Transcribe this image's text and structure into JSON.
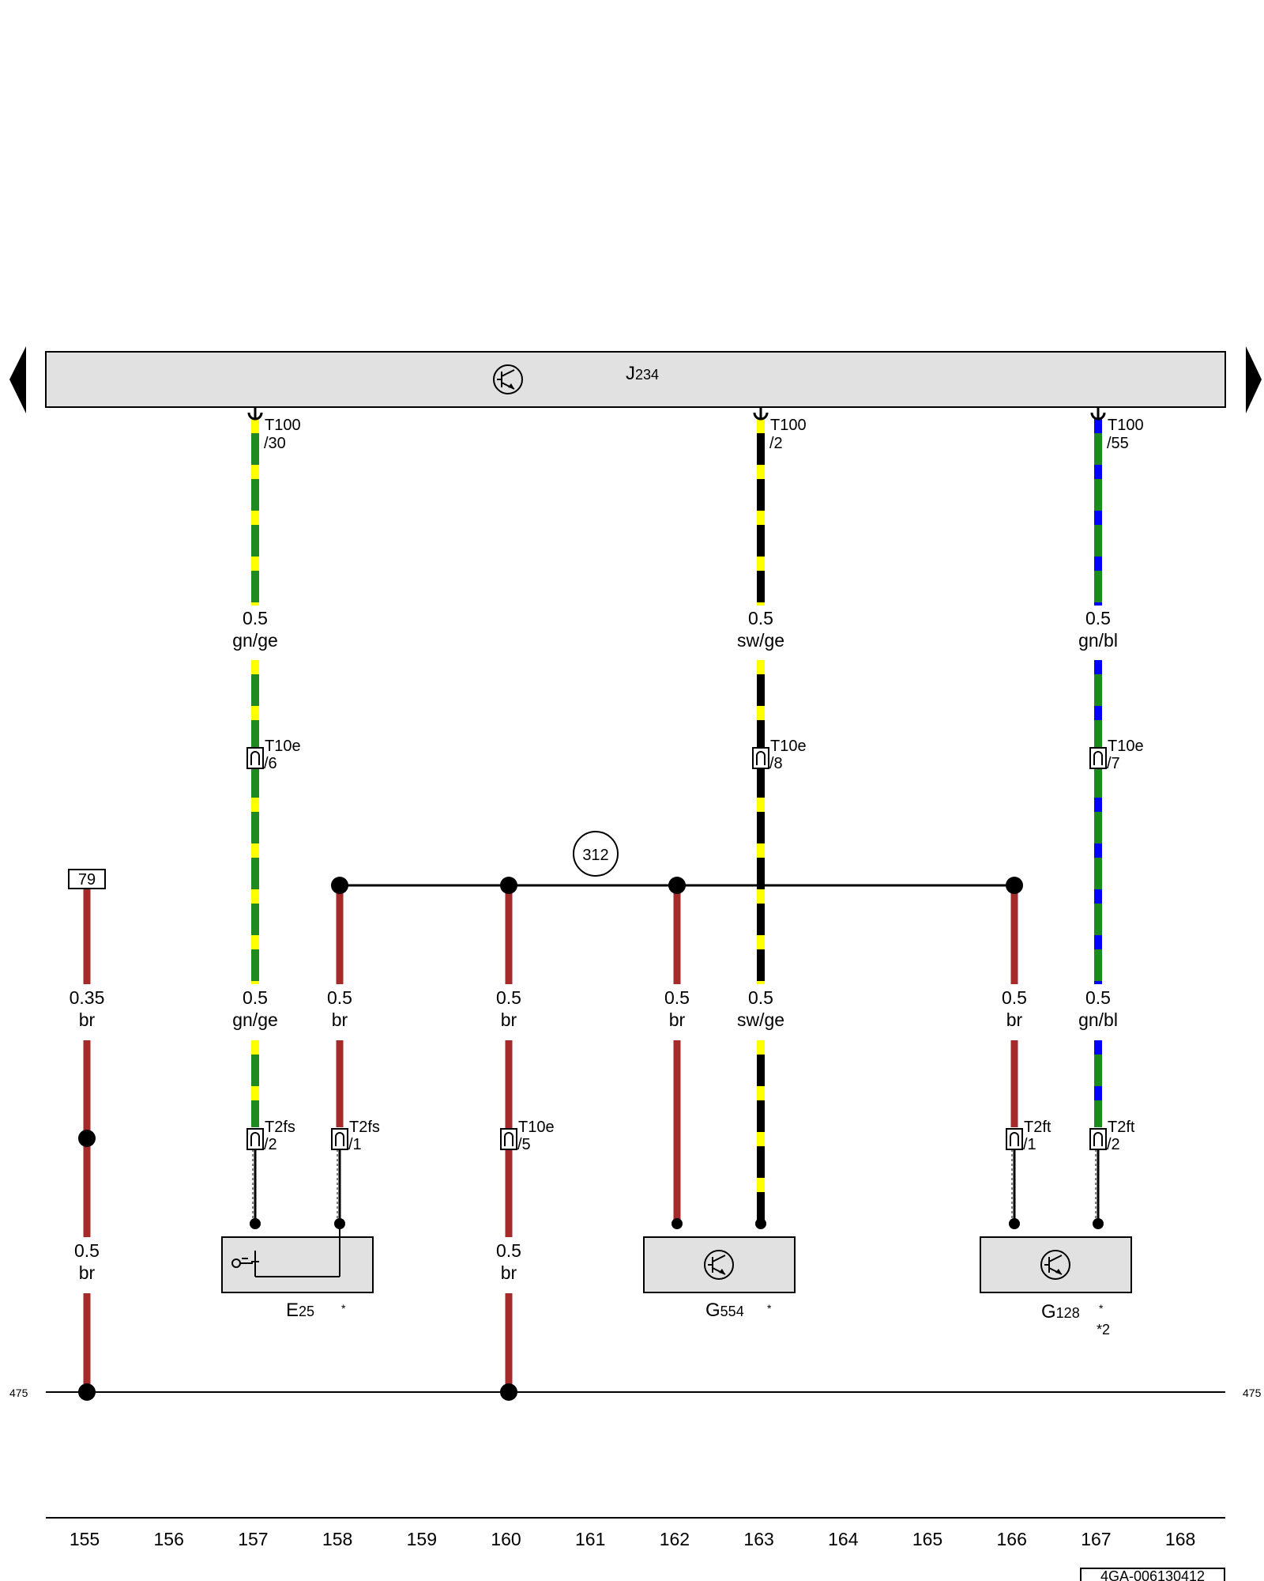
{
  "colors": {
    "br": "#a52a2a",
    "gn": "#1f8a1f",
    "ge": "#ffff00",
    "sw": "#000000",
    "bl": "#0000ff",
    "box_fill": "#e1e1e1",
    "line": "#000000"
  },
  "control_unit": {
    "label_main": "J",
    "label_sub": "234",
    "icon": "transistor-icon"
  },
  "nav": {
    "left": "arrow-left-icon",
    "right": "arrow-right-icon"
  },
  "ground_ref": {
    "left": "475",
    "right": "475"
  },
  "splice": {
    "label": "312"
  },
  "ref_box": {
    "label": "79"
  },
  "doc_code": "4GA-006130412",
  "columns": [
    "155",
    "156",
    "157",
    "158",
    "159",
    "160",
    "161",
    "162",
    "163",
    "164",
    "165",
    "166",
    "167",
    "168"
  ],
  "wires": {
    "w1": {
      "size": "0.35",
      "color": "br"
    },
    "w1b": {
      "size": "0.5",
      "color": "br"
    },
    "w2_top": {
      "size": "0.5",
      "color": "gn/ge"
    },
    "w2_bot": {
      "size": "0.5",
      "color": "gn/ge"
    },
    "w3": {
      "size": "0.5",
      "color": "br"
    },
    "w4": {
      "size": "0.5",
      "color": "br"
    },
    "w4b": {
      "size": "0.5",
      "color": "br"
    },
    "w5": {
      "size": "0.5",
      "color": "br"
    },
    "w6_top": {
      "size": "0.5",
      "color": "sw/ge"
    },
    "w6_bot": {
      "size": "0.5",
      "color": "sw/ge"
    },
    "w7": {
      "size": "0.5",
      "color": "br"
    },
    "w8_top": {
      "size": "0.5",
      "color": "gn/bl"
    },
    "w8_bot": {
      "size": "0.5",
      "color": "gn/bl"
    }
  },
  "connectors": {
    "t100_30": {
      "name": "T100",
      "pin": "/30"
    },
    "t100_2": {
      "name": "T100",
      "pin": "/2"
    },
    "t100_55": {
      "name": "T100",
      "pin": "/55"
    },
    "t10e_6": {
      "name": "T10e",
      "pin": "/6"
    },
    "t10e_8": {
      "name": "T10e",
      "pin": "/8"
    },
    "t10e_7": {
      "name": "T10e",
      "pin": "/7"
    },
    "t2fs_2": {
      "name": "T2fs",
      "pin": "/2"
    },
    "t2fs_1": {
      "name": "T2fs",
      "pin": "/1"
    },
    "t10e_5": {
      "name": "T10e",
      "pin": "/5"
    },
    "t2ft_1": {
      "name": "T2ft",
      "pin": "/1"
    },
    "t2ft_2": {
      "name": "T2ft",
      "pin": "/2"
    }
  },
  "components": {
    "e25": {
      "main": "E",
      "sub": "25",
      "note": "*",
      "icon": "switch-icon"
    },
    "g554": {
      "main": "G",
      "sub": "554",
      "note": "*",
      "icon": "transistor-icon"
    },
    "g128": {
      "main": "G",
      "sub": "128",
      "note": "*",
      "note2": "*2",
      "icon": "transistor-icon"
    }
  }
}
